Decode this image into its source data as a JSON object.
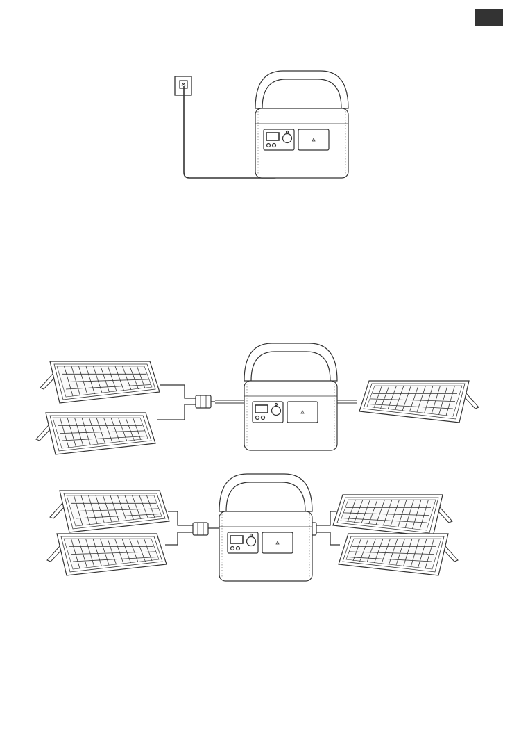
{
  "page": {
    "background": "#ffffff",
    "line_color": "#333333",
    "tab_color": "#333333"
  },
  "figures": [
    {
      "id": "wall-outlet-charging",
      "items": [
        "wall-outlet-icon",
        "power-station",
        "ac-charging-cable"
      ]
    },
    {
      "id": "three-panel-solar-charging",
      "items": [
        "solar-panel",
        "solar-panel",
        "solar-panel",
        "power-station",
        "parallel-y-connector",
        "solar-cable"
      ]
    },
    {
      "id": "four-panel-solar-charging",
      "items": [
        "solar-panel",
        "solar-panel",
        "solar-panel",
        "solar-panel",
        "power-station",
        "parallel-y-connector",
        "parallel-y-connector",
        "solar-cable"
      ]
    }
  ]
}
